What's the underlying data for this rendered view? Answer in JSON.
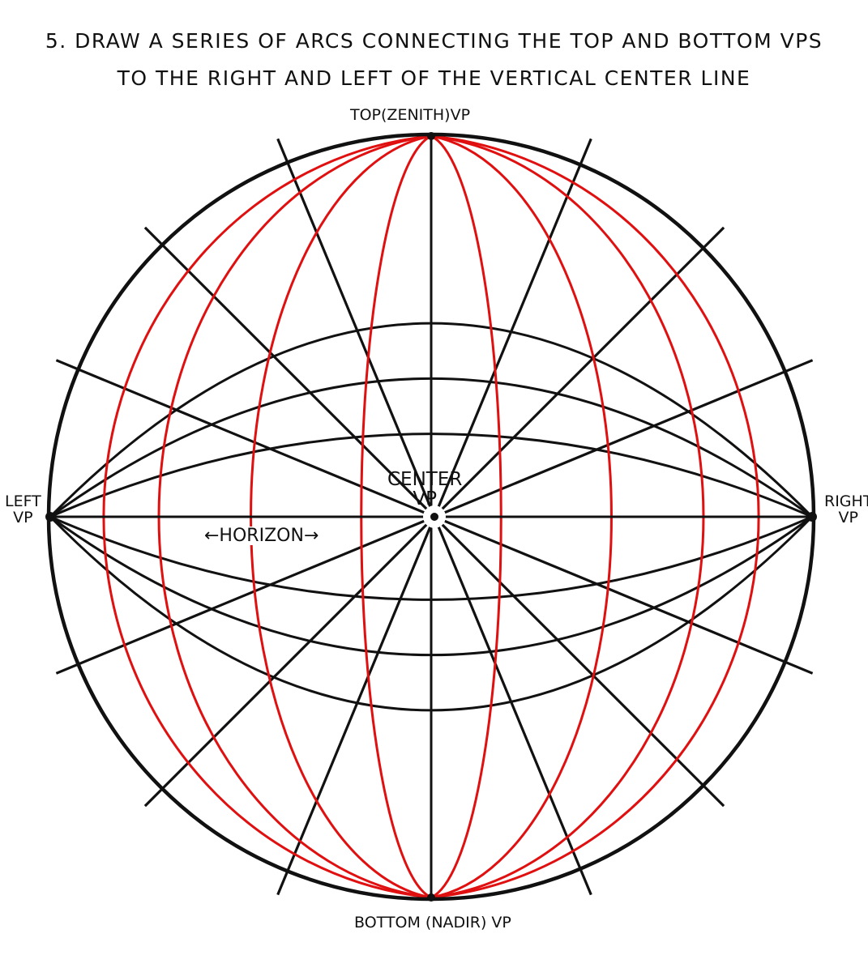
{
  "title": {
    "line1": "5. DRAW A SERIES OF ARCS CONNECTING THE TOP AND BOTTOM VPS",
    "line2": "TO THE RIGHT AND LEFT OF THE VERTICAL CENTER LINE"
  },
  "labels": {
    "top_vp": "TOP(ZENITH)VP",
    "bottom_vp": "BOTTOM (NADIR) VP",
    "left_vp_line1": "LEFT",
    "left_vp_line2": "VP",
    "right_vp_line1": "RIGHT",
    "right_vp_line2": "VP",
    "center_vp_line1": "CENTER",
    "center_vp_line2": "VP",
    "horizon": "←HORIZON→"
  },
  "colors": {
    "ink": "#111111",
    "arcs": "#e01010"
  },
  "diagram": {
    "radial_line_count": 16,
    "black_horizontal_arc_count": 6,
    "red_vertical_arc_count": 8
  }
}
